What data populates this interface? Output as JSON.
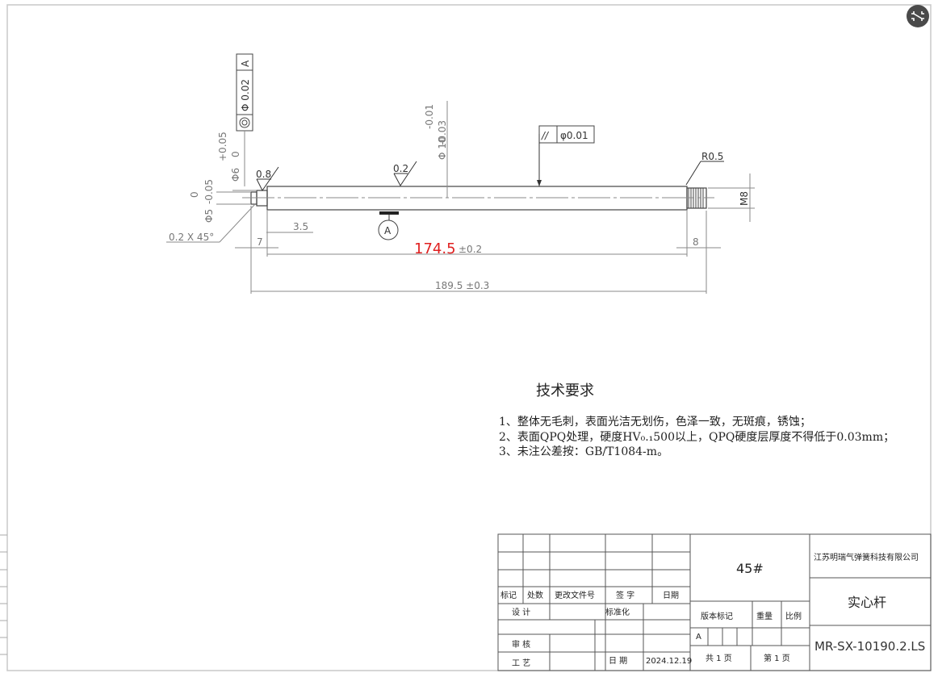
{
  "drawing": {
    "part_labels": {
      "fcf_symbol": "◎",
      "fcf_tol": "Φ 0.02",
      "fcf_datum": "A",
      "dia6": "Φ6",
      "dia6_tol_up": "+0.05",
      "dia6_tol_lo": "0",
      "dia5": "Φ5",
      "dia5_tol_up": "0",
      "dia5_tol_lo": "-0.05",
      "dia10": "Φ 10",
      "dia10_tol_up": "-0.01",
      "dia10_tol_lo": "-0.03",
      "rough_left": "0.8",
      "rough_mid": "0.2",
      "chamfer": "0.2  X 45°",
      "datum_a": "A",
      "parallel_symbol": "//",
      "parallel_tol": "φ0.01",
      "radius": "R0.5",
      "thread": "M8",
      "dim_7": "7",
      "dim_3_5": "3.5",
      "dim_174_5": "174.5",
      "dim_174_5_tol": "±0.2",
      "dim_8": "8",
      "dim_189_5": "189.5 ±0.3"
    },
    "notes": {
      "title": "技术要求",
      "line1": "1、整体无毛刺，表面光洁无划伤，色泽一致，无斑痕，锈蚀；",
      "line2": "2、表面QPQ处理，硬度HV₀.₁500以上，QPQ硬度层厚度不得低于0.03mm；",
      "line3": "3、未注公差按：GB/T1084-m。"
    },
    "title_block": {
      "col_mark": "标记",
      "col_count": "处数",
      "col_doc": "更改文件号",
      "col_sign": "签  字",
      "col_date": "日期",
      "design": "设  计",
      "standard": "标准化",
      "review": "审  核",
      "process": "工  艺",
      "date_label": "日  期",
      "date_value": "2024.12.19",
      "material": "45#",
      "version_label": "版本标记",
      "weight_label": "重量",
      "scale_label": "比例",
      "version_value": "A",
      "total_pages": "共  1  页",
      "page_no": "第  1  页",
      "company": "江苏明瑞气弹簧科技有限公司",
      "part_name": "实心杆",
      "drawing_no": "MR-SX-10190.2.LS"
    }
  },
  "ui": {
    "exit_icon": "exit-fullscreen-icon",
    "highlight_color": "#e02020"
  }
}
